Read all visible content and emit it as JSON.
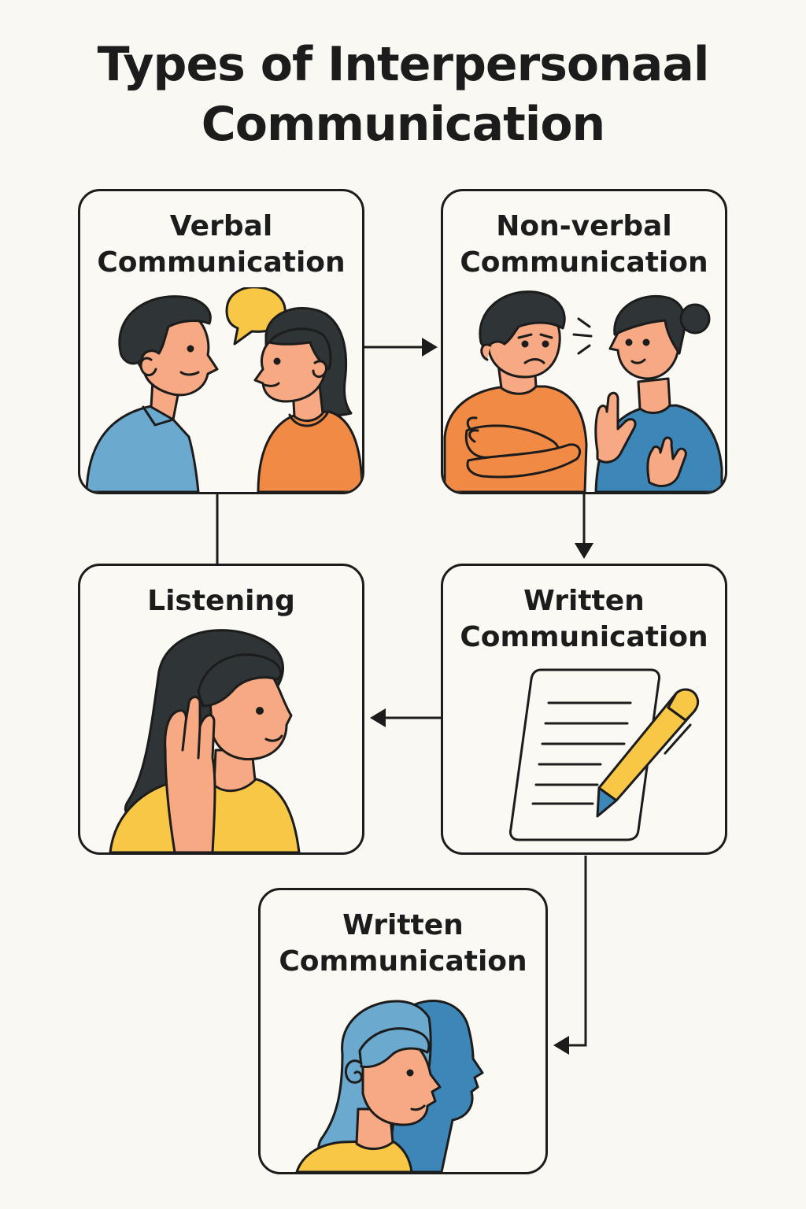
{
  "title": {
    "line1": "Types of Interpersonaal",
    "line2": "Communication"
  },
  "cards": [
    {
      "id": "verbal",
      "line1": "Verbal",
      "line2": "Communication",
      "illustration": "two-people-talking-speech-bubble"
    },
    {
      "id": "nonverbal",
      "line1": "Non-verbal",
      "line2": "Communication",
      "illustration": "crossed-arms-and-raised-hands"
    },
    {
      "id": "listening",
      "line1": "Listening",
      "line2": "",
      "illustration": "woman-cupping-ear"
    },
    {
      "id": "written",
      "line1": "Written",
      "line2": "Communication",
      "illustration": "document-and-pencil"
    },
    {
      "id": "written-2",
      "line1": "Written",
      "line2": "Communication",
      "illustration": "face-and-silhouette-profile"
    }
  ],
  "flow": [
    {
      "from": "verbal",
      "to": "nonverbal",
      "arrow": true
    },
    {
      "from": "nonverbal",
      "to": "written",
      "arrow": true
    },
    {
      "from": "written",
      "to": "listening",
      "arrow": true
    },
    {
      "from": "written",
      "to": "written-2",
      "arrow": true
    },
    {
      "from": "verbal",
      "to": "listening",
      "arrow": false
    }
  ],
  "colors": {
    "background": "#faf8f2",
    "outline": "#1c1c1c",
    "skin": "#f6a982",
    "hair": "#2f3437",
    "blue_shirt": "#6ba9cf",
    "dark_blue": "#3c86b8",
    "orange": "#f08a45",
    "yellow": "#f8c745"
  }
}
